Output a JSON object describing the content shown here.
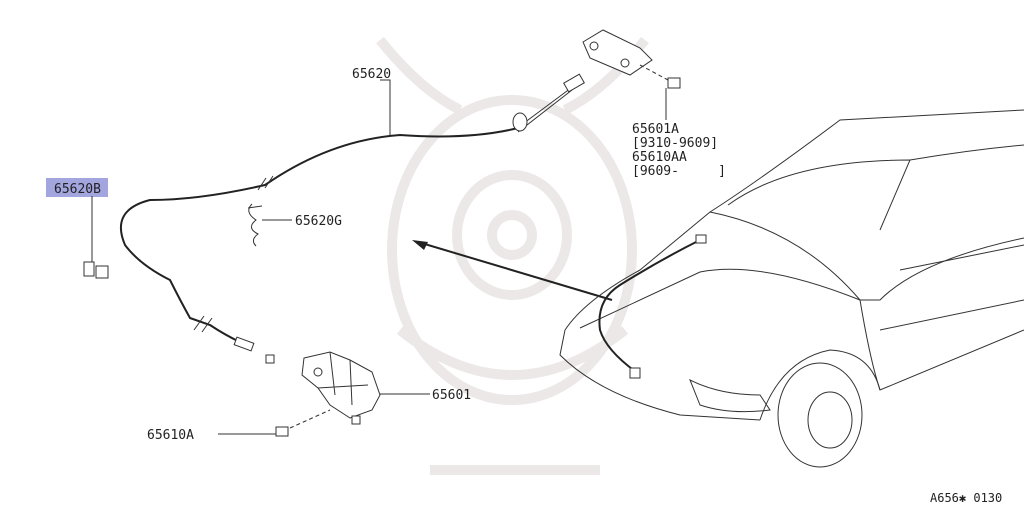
{
  "diagram": {
    "highlight_color": "#a3a5df",
    "callouts": {
      "cable_main": "65620",
      "cable_clip": "65620B",
      "cable_clamp": "65620G",
      "lock_bolt_left": "65610A",
      "hood_lock": "65601",
      "hinge_bolt_a": "65601A",
      "hinge_bolt_a_range": "[9310-9609]",
      "hinge_bolt_aa": "65610AA",
      "hinge_bolt_aa_range": "[9609-     ]"
    },
    "figure_code": "A656✱ 0130"
  }
}
